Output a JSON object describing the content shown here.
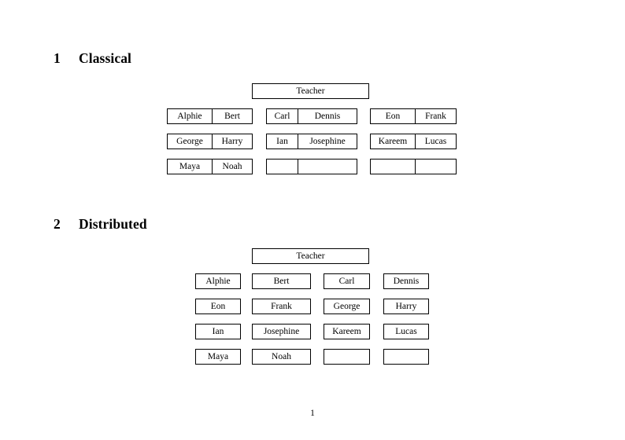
{
  "document": {
    "page_number": "1"
  },
  "sections": [
    {
      "number": "1",
      "title": "Classical",
      "root_label": "Teacher",
      "groups": [
        {
          "rows": [
            [
              "Alphie",
              "Bert"
            ],
            [
              "George",
              "Harry"
            ],
            [
              "Maya",
              "Noah"
            ]
          ]
        },
        {
          "rows": [
            [
              "Carl",
              "Dennis"
            ],
            [
              "Ian",
              "Josephine"
            ],
            [
              "",
              ""
            ]
          ]
        },
        {
          "rows": [
            [
              "Eon",
              "Frank"
            ],
            [
              "Kareem",
              "Lucas"
            ],
            [
              "",
              ""
            ]
          ]
        }
      ]
    },
    {
      "number": "2",
      "title": "Distributed",
      "root_label": "Teacher",
      "rows": [
        [
          "Alphie",
          "Bert",
          "Carl",
          "Dennis"
        ],
        [
          "Eon",
          "Frank",
          "George",
          "Harry"
        ],
        [
          "Ian",
          "Josephine",
          "Kareem",
          "Lucas"
        ],
        [
          "Maya",
          "Noah",
          "",
          ""
        ]
      ]
    }
  ],
  "colors": {
    "ink": "#000000",
    "paper": "#ffffff",
    "rule": "#000000"
  }
}
